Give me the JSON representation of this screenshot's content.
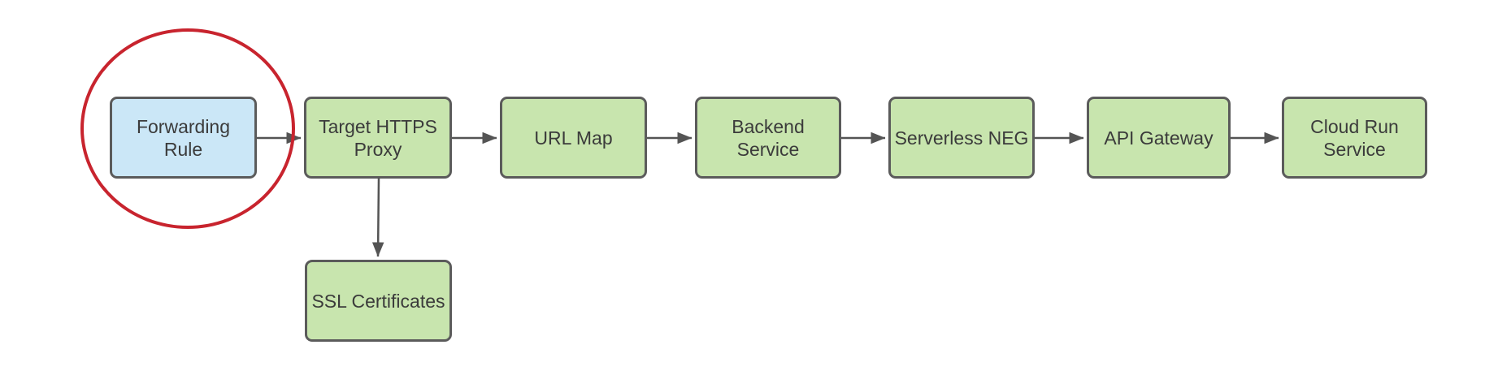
{
  "diagram": {
    "type": "flowchart",
    "background": "#ffffff",
    "colors": {
      "node_fill_default": "#c8e5ae",
      "node_fill_highlight": "#cbe7f7",
      "node_border": "#5b5b5b",
      "connector": "#545454",
      "annotation_stroke": "#c8242e",
      "text": "#3b3b3b"
    },
    "nodes": [
      {
        "id": "forwarding-rule",
        "label": "Forwarding Rule",
        "fill": "blue",
        "highlighted": true
      },
      {
        "id": "target-https-proxy",
        "label": "Target HTTPS\nProxy",
        "fill": "green",
        "highlighted": false
      },
      {
        "id": "url-map",
        "label": "URL Map",
        "fill": "green",
        "highlighted": false
      },
      {
        "id": "backend-service",
        "label": "Backend Service",
        "fill": "green",
        "highlighted": false
      },
      {
        "id": "serverless-neg",
        "label": "Serverless NEG",
        "fill": "green",
        "highlighted": false
      },
      {
        "id": "api-gateway",
        "label": "API Gateway",
        "fill": "green",
        "highlighted": false
      },
      {
        "id": "cloud-run-service",
        "label": "Cloud Run\nService",
        "fill": "green",
        "highlighted": false
      },
      {
        "id": "ssl-certificates",
        "label": "SSL Certificates",
        "fill": "green",
        "highlighted": false
      }
    ],
    "edges": [
      {
        "from": "forwarding-rule",
        "to": "target-https-proxy",
        "direction": "right"
      },
      {
        "from": "target-https-proxy",
        "to": "url-map",
        "direction": "right"
      },
      {
        "from": "url-map",
        "to": "backend-service",
        "direction": "right"
      },
      {
        "from": "backend-service",
        "to": "serverless-neg",
        "direction": "right"
      },
      {
        "from": "serverless-neg",
        "to": "api-gateway",
        "direction": "right"
      },
      {
        "from": "api-gateway",
        "to": "cloud-run-service",
        "direction": "right"
      },
      {
        "from": "target-https-proxy",
        "to": "ssl-certificates",
        "direction": "down"
      }
    ],
    "annotation": {
      "shape": "ellipse",
      "around": "forwarding-rule"
    }
  }
}
